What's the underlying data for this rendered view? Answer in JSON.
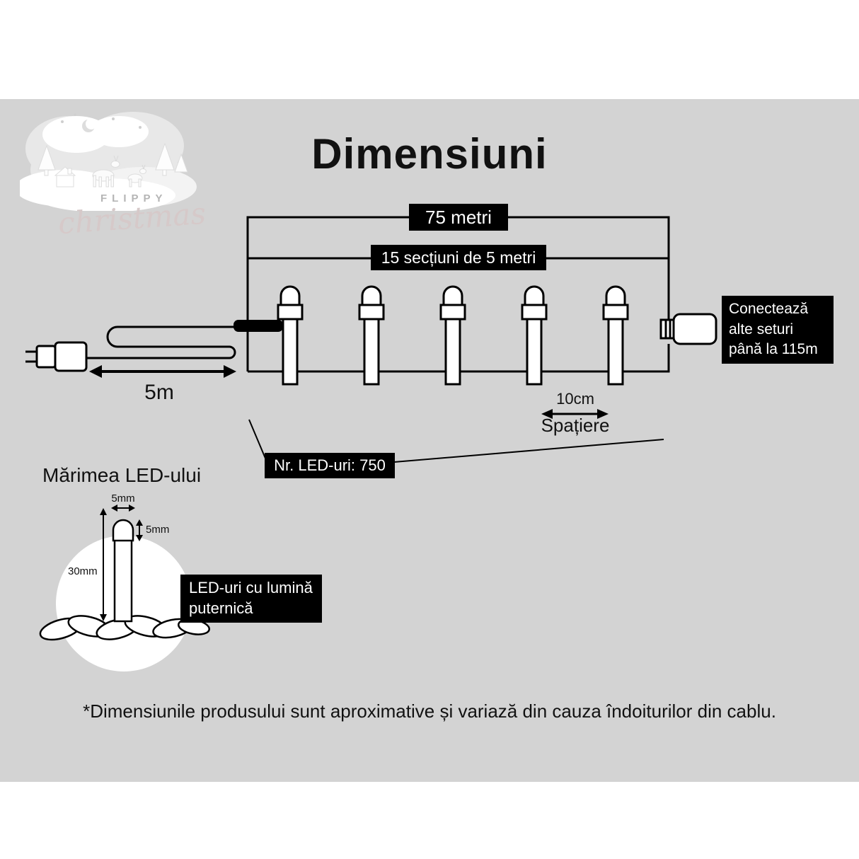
{
  "colors": {
    "panel_bg": "#d3d3d3",
    "box_bg": "#000000",
    "box_text": "#ffffff",
    "ink": "#111111"
  },
  "title": "Dimensiuni",
  "logo": {
    "brand": "FLIPPY",
    "script": "christmas"
  },
  "diagram": {
    "total_length": "75 metri",
    "sections": "15 secțiuni de 5 metri",
    "lead_length": "5m",
    "connect_note": "Conectează alte seturi până la 115m",
    "spacing_value": "10cm",
    "spacing_label": "Spațiere",
    "led_count": "Nr. LED-uri: 750"
  },
  "led_size": {
    "heading": "Mărimea LED-ului",
    "width": "5mm",
    "dome_height": "5mm",
    "length": "30mm",
    "callout": "LED-uri cu lumină puternică"
  },
  "footnote": "*Dimensiunile produsului sunt aproximative și variază din cauza îndoiturilor din cablu."
}
